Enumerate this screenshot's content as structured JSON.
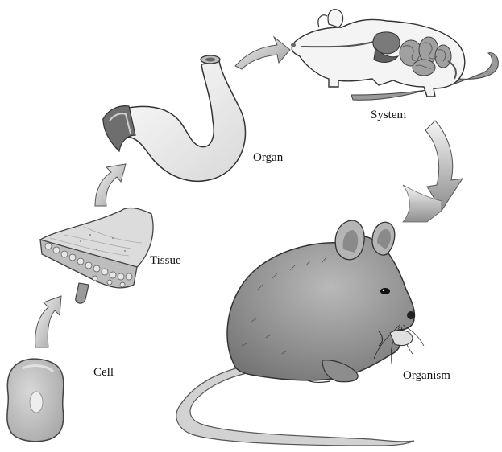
{
  "labels": {
    "cell": "Cell",
    "tissue": "Tissue",
    "organ": "Organ",
    "system": "System",
    "organism": "Organism"
  },
  "colors": {
    "outline": "#222222",
    "arrow_light": "#f2f2f2",
    "arrow_dark": "#9a9a9a",
    "cell_fill": "#c8c8c8",
    "tissue_fill": "#d8d8d8",
    "organ_fill": "#f4f4f4",
    "organ_inner": "#7a7a7a",
    "organ_system": "#8a8a8a",
    "mouse_body": "#8c8c8c",
    "mouse_body_light": "#b5b5b5",
    "tail": "#d0d0d0"
  },
  "icons": [
    "cell-icon",
    "tissue-icon",
    "stomach-icon",
    "digestive-system-icon",
    "mouse-icon"
  ]
}
